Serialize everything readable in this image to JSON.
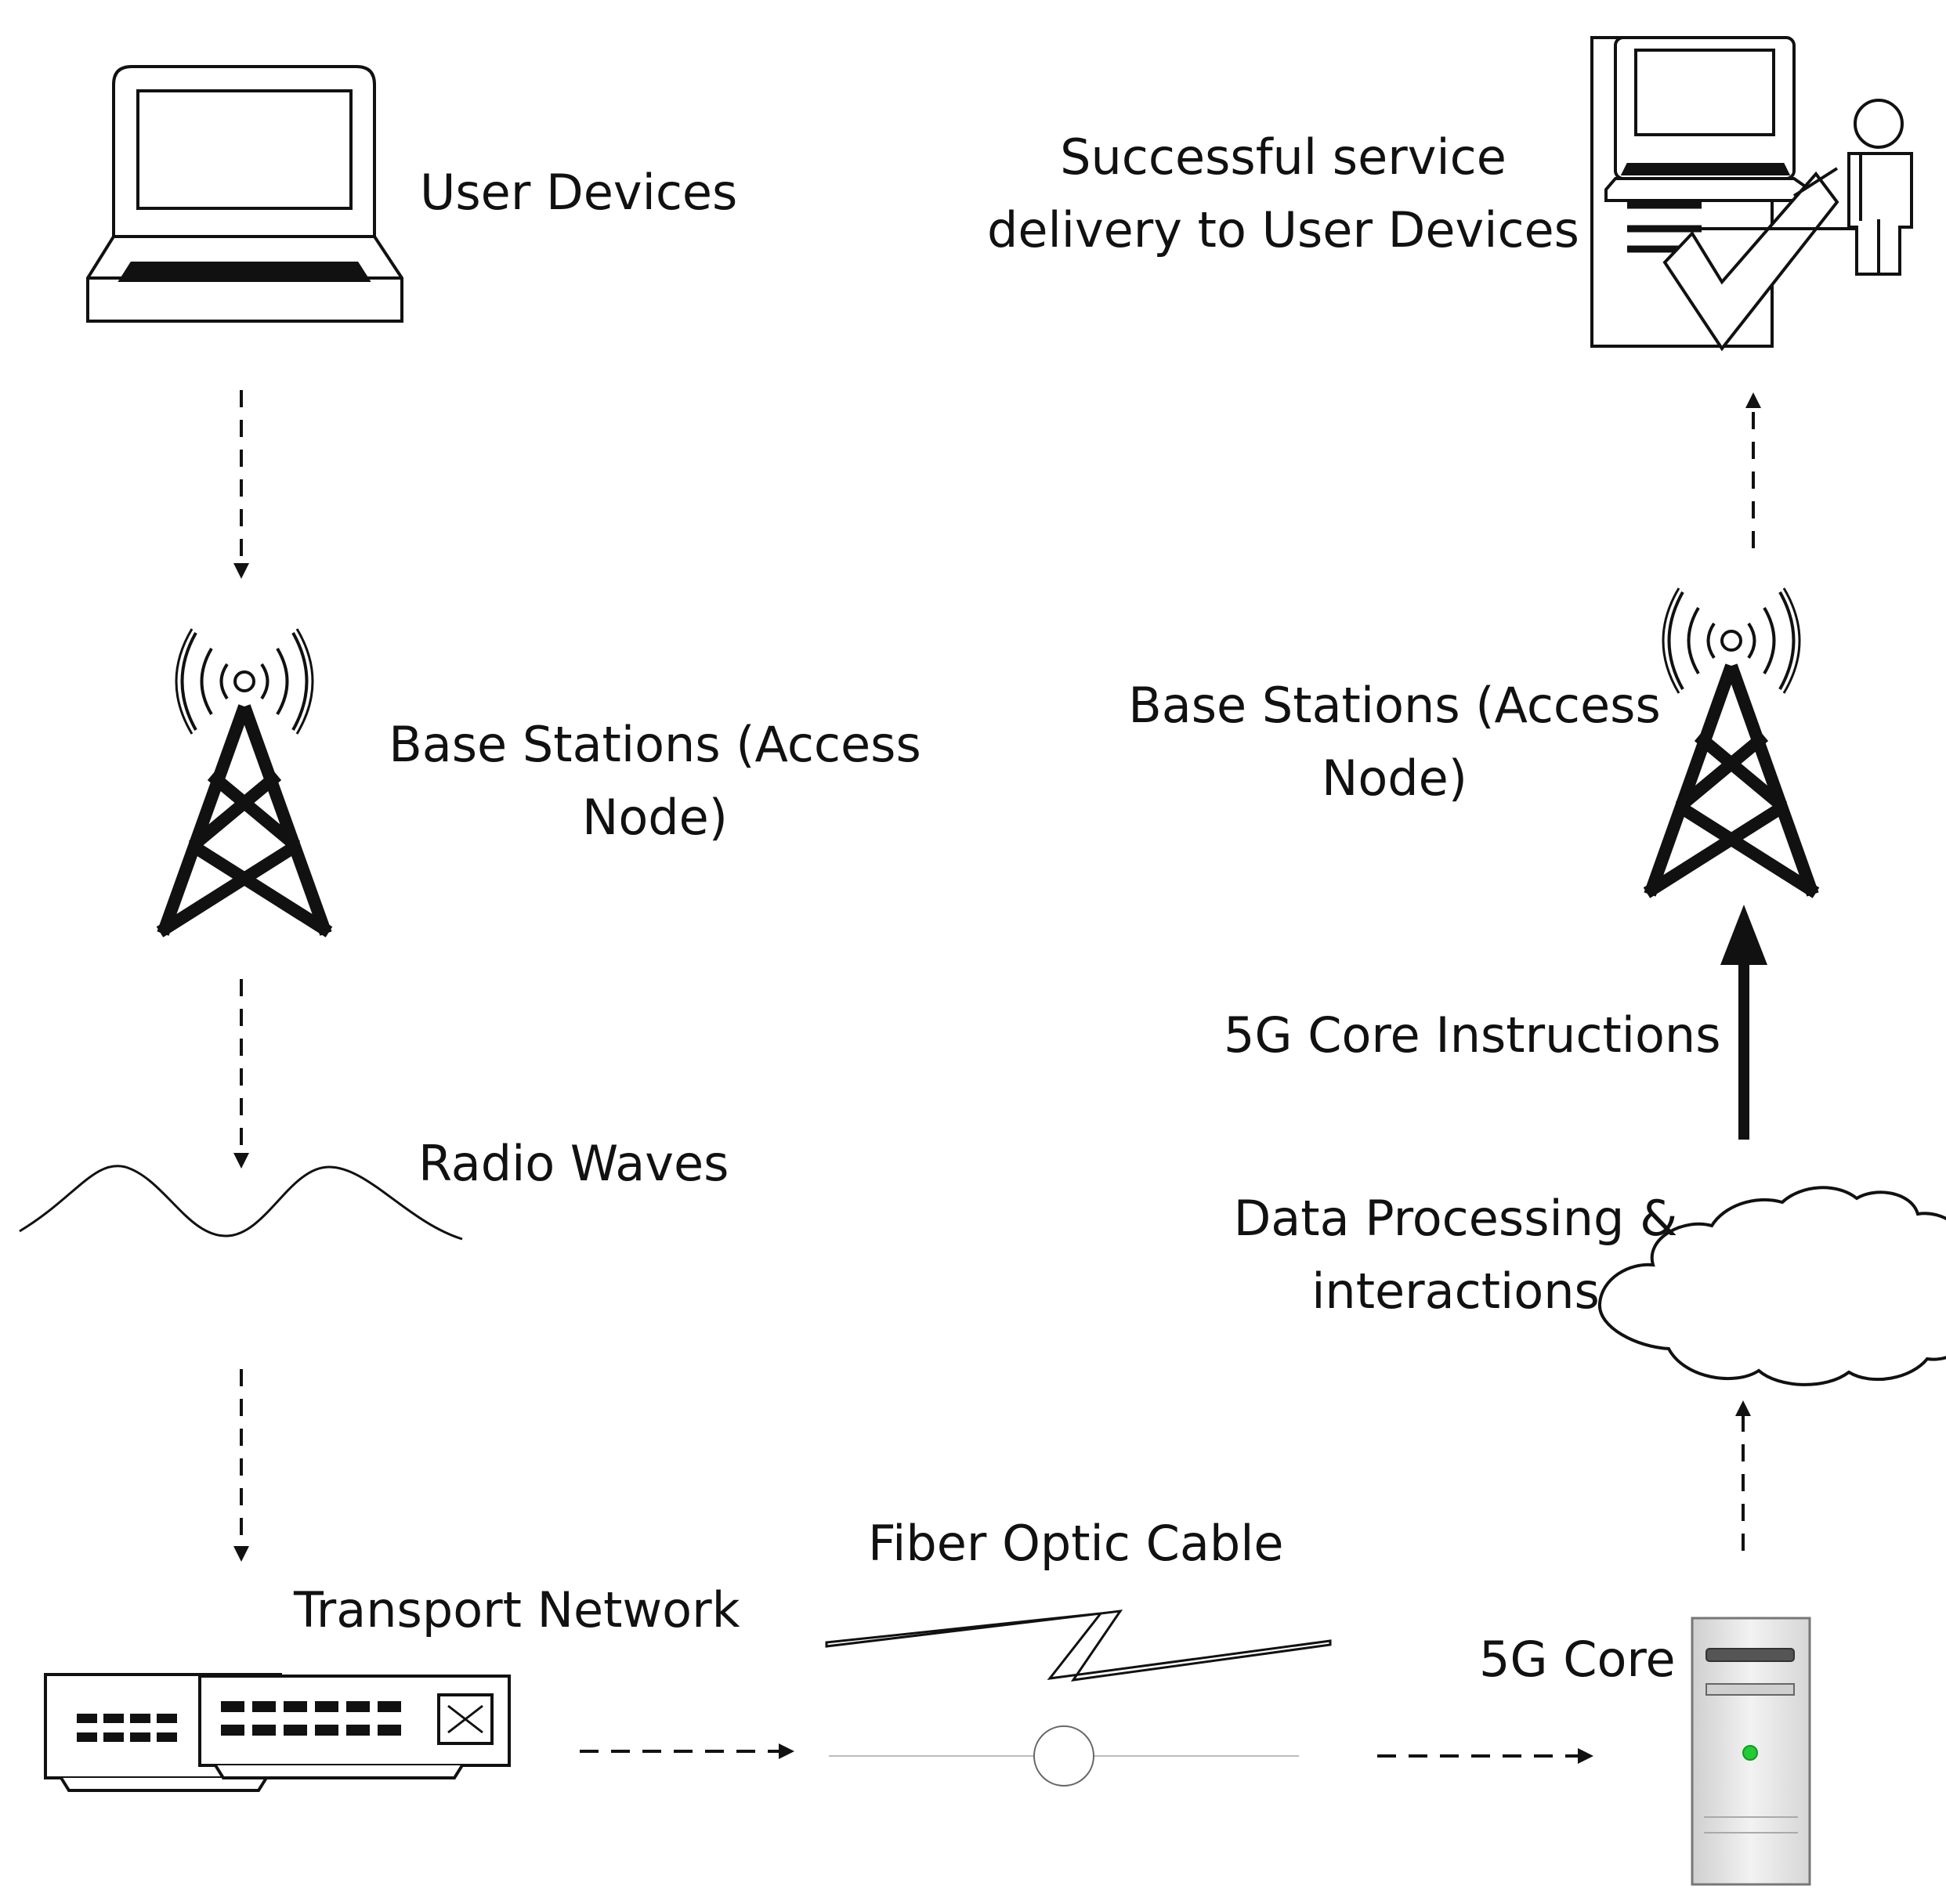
{
  "labels": {
    "user_devices": "User Devices",
    "success_line1": "Successful service",
    "success_line2": "delivery to User Devices",
    "base_left_line1": "Base Stations (Access",
    "base_left_line2": "Node)",
    "base_right_line1": "Base Stations (Access",
    "base_right_line2": "Node)",
    "core_instructions": "5G Core Instructions",
    "radio_waves": "Radio Waves",
    "data_proc_line1": "Data Processing &",
    "data_proc_line2": "interactions",
    "fiber": "Fiber Optic Cable",
    "transport": "Transport Network",
    "core": "5G Core"
  },
  "colors": {
    "line": "#111111",
    "led": "#22cc33",
    "server_body": "#e6e6e6"
  },
  "icons": [
    "laptop-icon",
    "checklist-user-icon",
    "cell-tower-icon",
    "radio-wave-icon",
    "network-switch-icon",
    "lightning-cable-icon",
    "cloud-icon",
    "server-tower-icon"
  ]
}
